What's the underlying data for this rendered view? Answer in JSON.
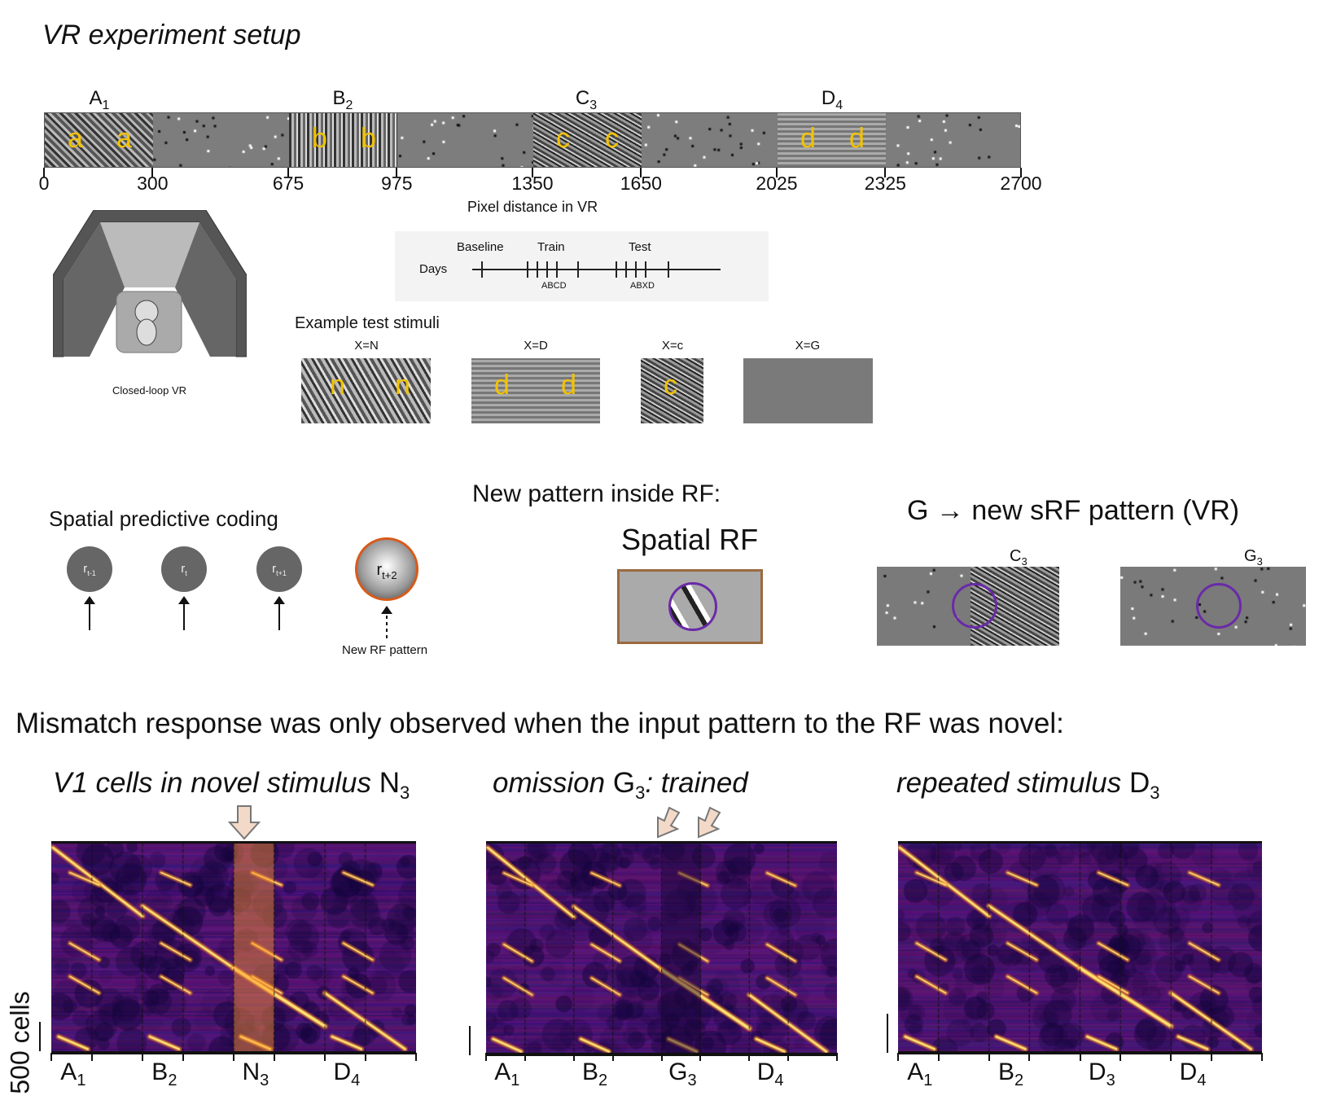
{
  "title": "VR experiment setup",
  "track": {
    "segments": [
      {
        "label": "A",
        "sub": "1",
        "letter": "a"
      },
      {
        "label": "B",
        "sub": "2",
        "letter": "b"
      },
      {
        "label": "C",
        "sub": "3",
        "letter": "c"
      },
      {
        "label": "D",
        "sub": "4",
        "letter": "d"
      }
    ],
    "ticks": [
      0,
      300,
      675,
      975,
      1350,
      1650,
      2025,
      2325,
      2700
    ],
    "xlabel": "Pixel distance in VR"
  },
  "rig": {
    "caption": "Closed-loop VR"
  },
  "timeline": {
    "days": "Days",
    "baseline": "Baseline",
    "train": "Train",
    "test": "Test",
    "train_sub": "ABCD",
    "test_sub": "ABXD"
  },
  "stimuli": {
    "title": "Example test stimuli",
    "items": [
      {
        "label": "X=N",
        "letter": "n"
      },
      {
        "label": "X=D",
        "letter": "d"
      },
      {
        "label": "X=c",
        "letter": "c"
      },
      {
        "label": "X=G",
        "letter": ""
      }
    ]
  },
  "coding": {
    "title": "Spatial predictive coding",
    "nodes": [
      "r",
      "r",
      "r",
      "r"
    ],
    "subs": [
      "t-1",
      "t",
      "t+1",
      "t+2"
    ],
    "new_label": "New RF pattern"
  },
  "rf": {
    "heading": "New pattern inside RF:",
    "title": "Spatial RF"
  },
  "srf": {
    "title": "G → new sRF pattern (VR)",
    "panels": [
      {
        "label": "C",
        "sub": "3"
      },
      {
        "label": "G",
        "sub": "3"
      }
    ]
  },
  "mismatch": {
    "heading": "Mismatch response was only observed when the input pattern to the RF was novel:",
    "scale_label": "500 cells",
    "panels": [
      {
        "title_it": "V1 cells in novel stimulus ",
        "title_sym": "N",
        "title_sub": "3",
        "labels": [
          [
            "A",
            "1"
          ],
          [
            "B",
            "2"
          ],
          [
            "N",
            "3"
          ],
          [
            "D",
            "4"
          ]
        ]
      },
      {
        "title_it": "omission ",
        "title_sym": "G",
        "title_sub": "3",
        "title_tail": ": trained",
        "labels": [
          [
            "A",
            "1"
          ],
          [
            "B",
            "2"
          ],
          [
            "G",
            "3"
          ],
          [
            "D",
            "4"
          ]
        ]
      },
      {
        "title_it": "repeated stimulus ",
        "title_sym": "D",
        "title_sub": "3",
        "labels": [
          [
            "A",
            "1"
          ],
          [
            "B",
            "2"
          ],
          [
            "D",
            "3"
          ],
          [
            "D",
            "4"
          ]
        ]
      }
    ]
  },
  "colors": {
    "accent_letter": "#f2c200",
    "rf_ring": "#6a2aa8",
    "arrow_fill": "#f3d9c8"
  }
}
